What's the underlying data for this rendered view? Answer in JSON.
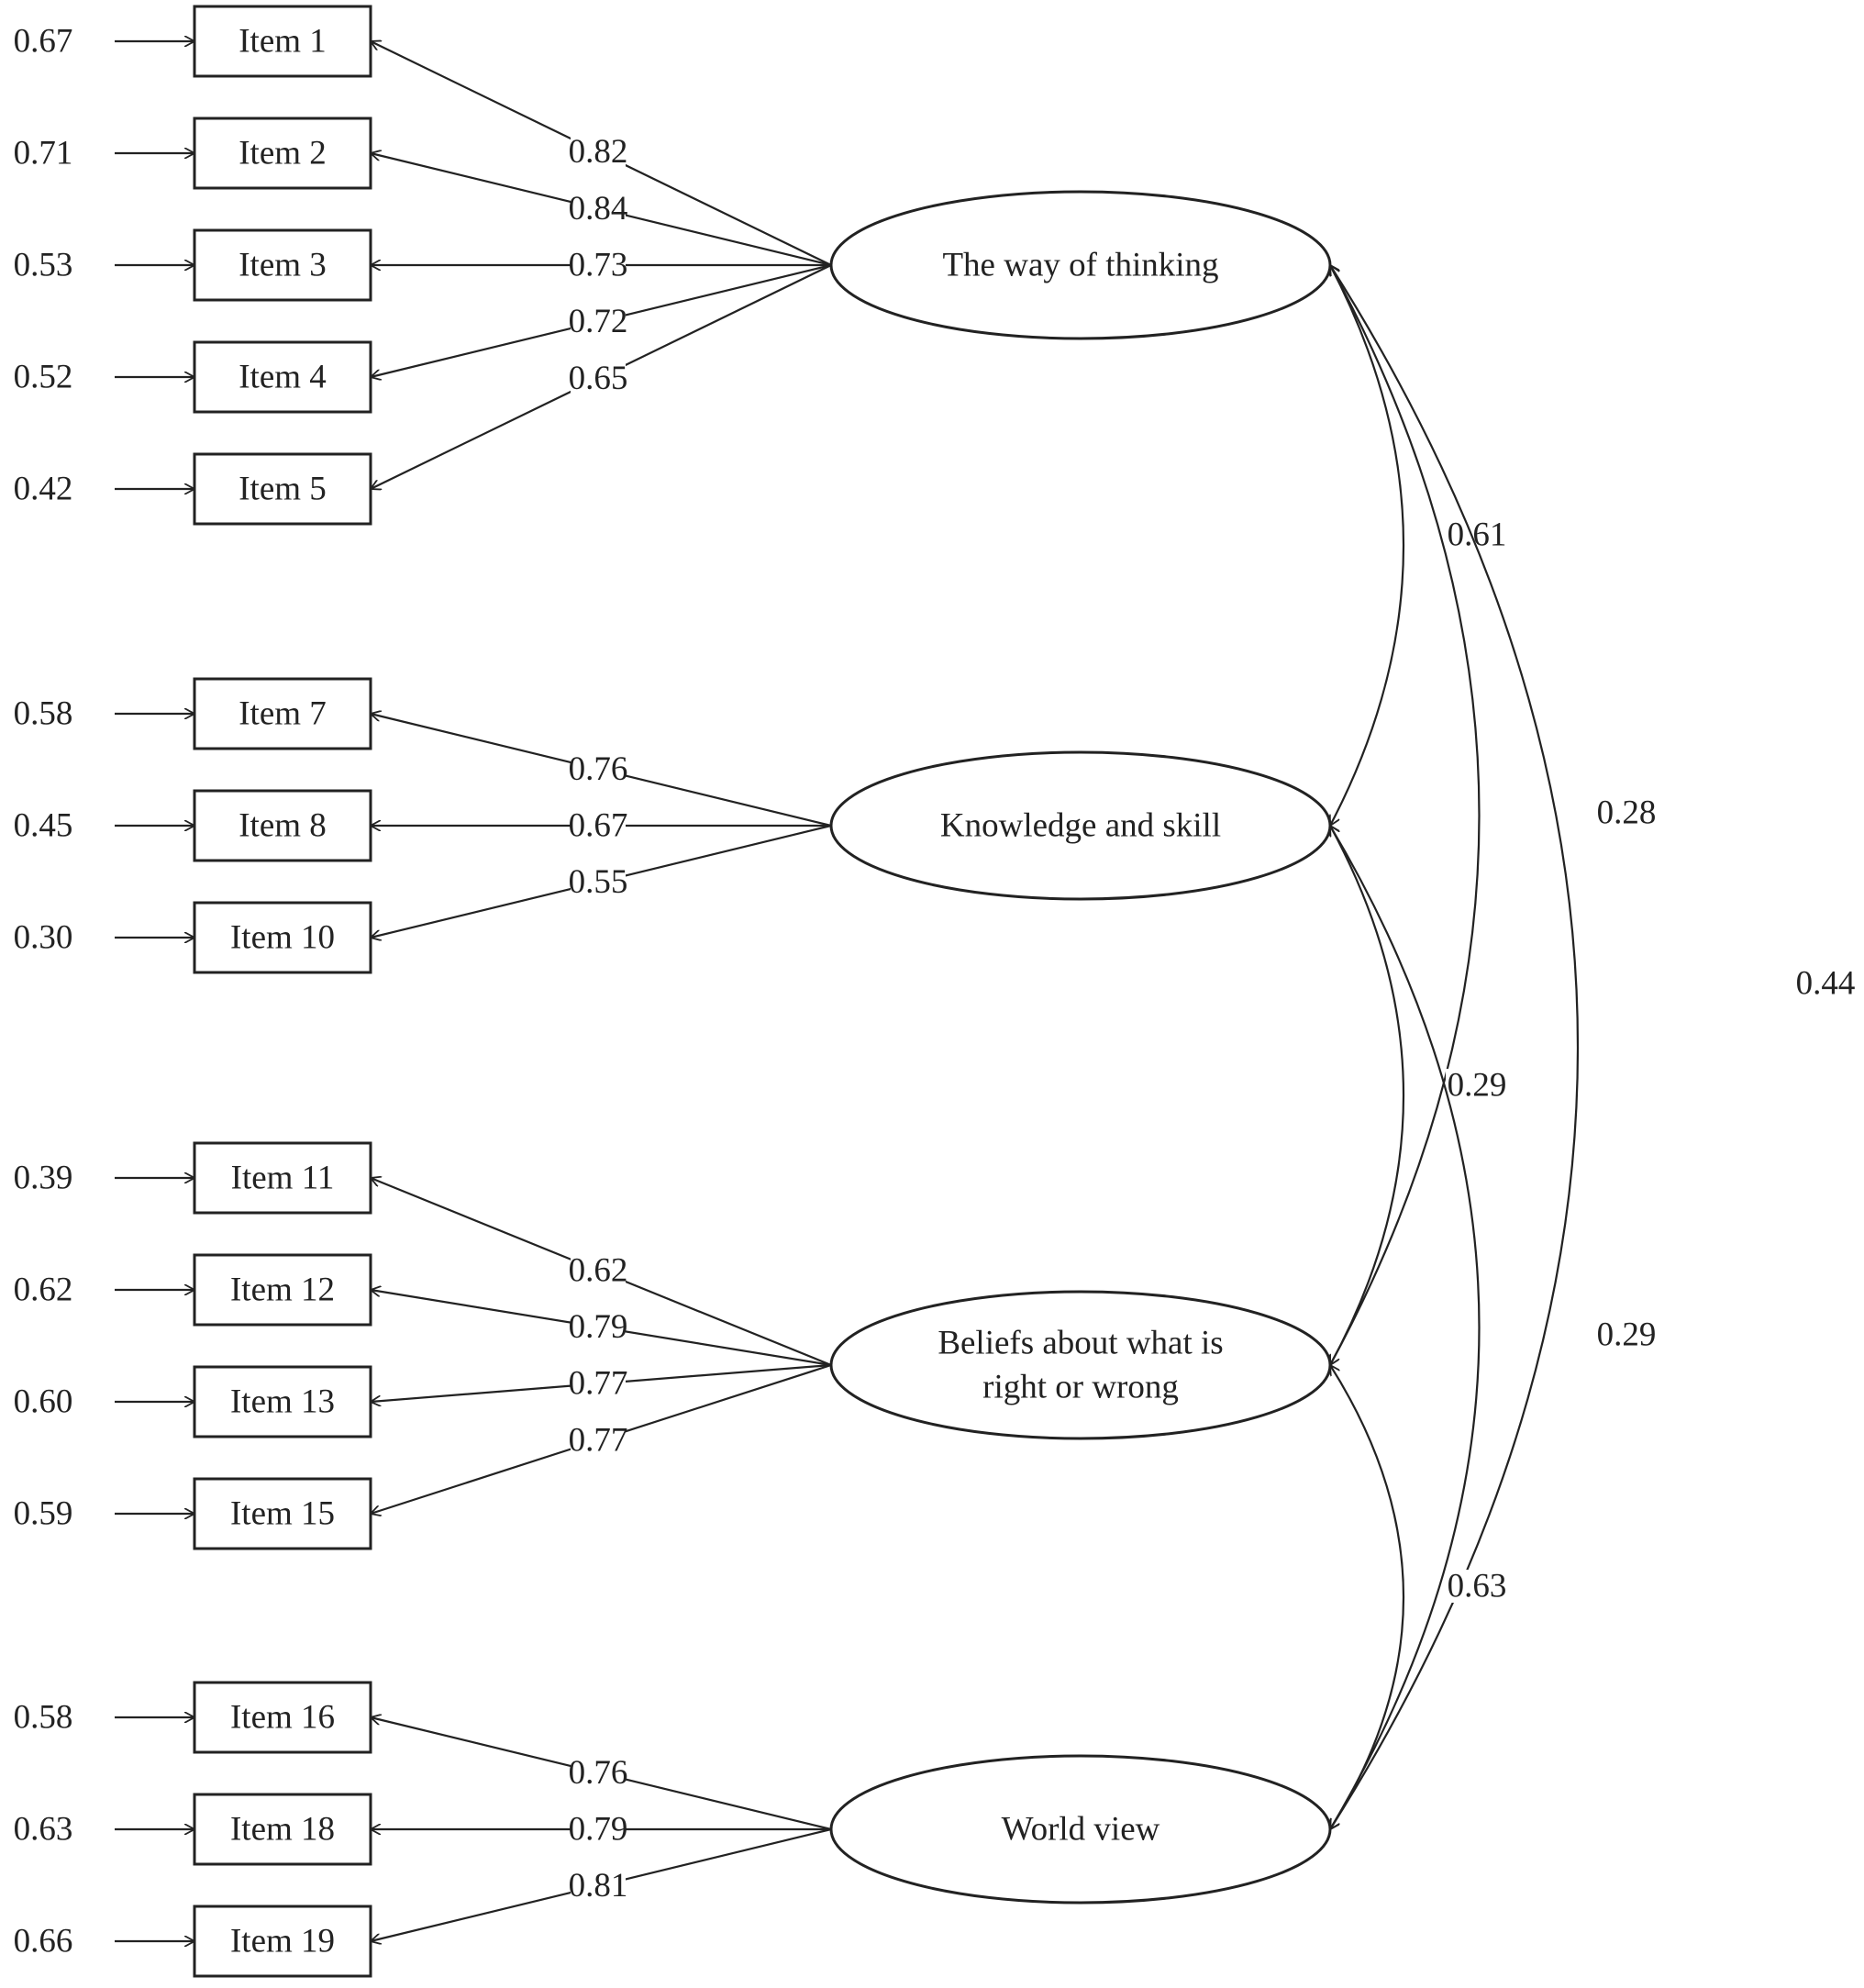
{
  "factors": [
    {
      "id": "f1",
      "label_lines": [
        "The way of thinking"
      ]
    },
    {
      "id": "f2",
      "label_lines": [
        "Knowledge and skill"
      ]
    },
    {
      "id": "f3",
      "label_lines": [
        "Beliefs about what is",
        "right or wrong"
      ]
    },
    {
      "id": "f4",
      "label_lines": [
        "World view"
      ]
    }
  ],
  "items": [
    {
      "label": "Item 1",
      "factor": "f1",
      "error": "0.67",
      "loading": "0.82"
    },
    {
      "label": "Item 2",
      "factor": "f1",
      "error": "0.71",
      "loading": "0.84"
    },
    {
      "label": "Item 3",
      "factor": "f1",
      "error": "0.53",
      "loading": "0.73"
    },
    {
      "label": "Item 4",
      "factor": "f1",
      "error": "0.52",
      "loading": "0.72"
    },
    {
      "label": "Item 5",
      "factor": "f1",
      "error": "0.42",
      "loading": "0.65"
    },
    {
      "label": "Item 7",
      "factor": "f2",
      "error": "0.58",
      "loading": "0.76"
    },
    {
      "label": "Item 8",
      "factor": "f2",
      "error": "0.45",
      "loading": "0.67"
    },
    {
      "label": "Item 10",
      "factor": "f2",
      "error": "0.30",
      "loading": "0.55"
    },
    {
      "label": "Item 11",
      "factor": "f3",
      "error": "0.39",
      "loading": "0.62"
    },
    {
      "label": "Item 12",
      "factor": "f3",
      "error": "0.62",
      "loading": "0.79"
    },
    {
      "label": "Item 13",
      "factor": "f3",
      "error": "0.60",
      "loading": "0.77"
    },
    {
      "label": "Item 15",
      "factor": "f3",
      "error": "0.59",
      "loading": "0.77"
    },
    {
      "label": "Item 16",
      "factor": "f4",
      "error": "0.58",
      "loading": "0.76"
    },
    {
      "label": "Item 18",
      "factor": "f4",
      "error": "0.63",
      "loading": "0.79"
    },
    {
      "label": "Item 19",
      "factor": "f4",
      "error": "0.66",
      "loading": "0.81"
    }
  ],
  "covariances": [
    {
      "from": "f1",
      "to": "f2",
      "value": "0.61"
    },
    {
      "from": "f1",
      "to": "f3",
      "value": "0.28"
    },
    {
      "from": "f1",
      "to": "f4",
      "value": "0.44"
    },
    {
      "from": "f2",
      "to": "f3",
      "value": "0.29"
    },
    {
      "from": "f2",
      "to": "f4",
      "value": "0.29"
    },
    {
      "from": "f3",
      "to": "f4",
      "value": "0.63"
    }
  ]
}
